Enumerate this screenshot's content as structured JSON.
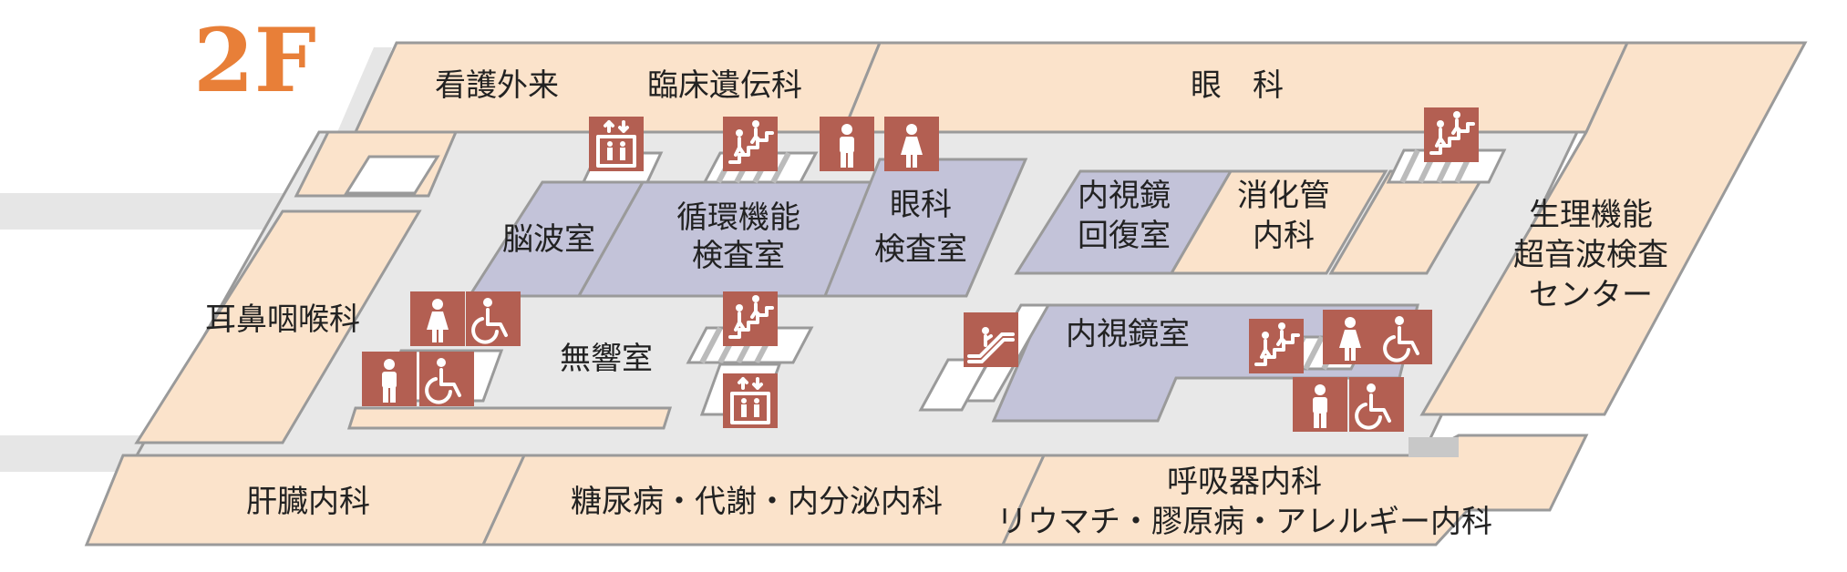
{
  "floor": {
    "label": "2F"
  },
  "rooms": {
    "nursing": "看護外来",
    "clinical_genetics": "臨床遺伝科",
    "ophthalmology": "眼　科",
    "ent": "耳鼻咽喉科",
    "eeg": "脳波室",
    "circulatory_1": "循環機能",
    "circulatory_2": "検査室",
    "eye_exam_1": "眼科",
    "eye_exam_2": "検査室",
    "endoscopy_recovery_1": "内視鏡",
    "endoscopy_recovery_2": "回復室",
    "gastro_1": "消化管",
    "gastro_2": "内科",
    "physiology_1": "生理機能",
    "physiology_2": "超音波検査",
    "physiology_3": "センター",
    "anechoic": "無響室",
    "endoscopy": "内視鏡室",
    "hepatology": "肝臓内科",
    "diabetes": "糖尿病・代謝・内分泌内科",
    "respiratory": "呼吸器内科",
    "rheumatology": "リウマチ・膠原病・アレルギー内科"
  },
  "icons": [
    "elevator-icon",
    "stairs-icon",
    "male-restroom-icon",
    "female-restroom-icon",
    "accessible-restroom-icon",
    "escalator-icon"
  ],
  "colors": {
    "department": "#fbe3cb",
    "exam_room": "#c3c3d9",
    "corridor": "#e8e8e8",
    "icon_background": "#b35f52",
    "floor_label": "#e87f38"
  }
}
